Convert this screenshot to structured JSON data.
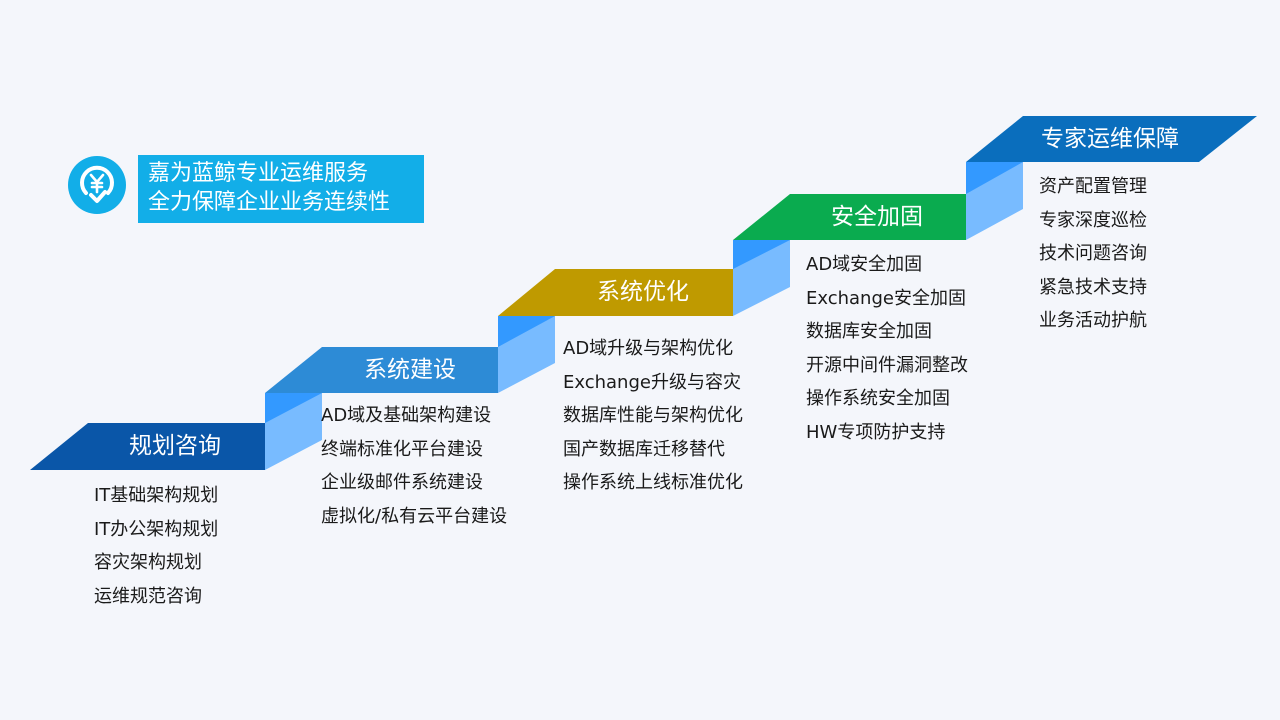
{
  "header": {
    "line1": "嘉为蓝鲸专业运维服务",
    "line2": "全力保障企业业务连续性",
    "icon": "yuan-check-icon",
    "color": "#12aee8"
  },
  "steps": [
    {
      "title": "规划咨询",
      "color": "#0a56a8",
      "items": [
        "IT基础架构规划",
        "IT办公架构规划",
        "容灾架构规划",
        "运维规范咨询"
      ]
    },
    {
      "title": "系统建设",
      "color": "#2d8bd6",
      "items": [
        "AD域及基础架构建设",
        "终端标准化平台建设",
        "企业级邮件系统建设",
        "虚拟化/私有云平台建设"
      ]
    },
    {
      "title": "系统优化",
      "color": "#bf9a00",
      "items": [
        "AD域升级与架构优化",
        "Exchange升级与容灾",
        "数据库性能与架构优化",
        "国产数据库迁移替代",
        "操作系统上线标准优化"
      ]
    },
    {
      "title": "安全加固",
      "color": "#0aab4f",
      "items": [
        "AD域安全加固",
        "Exchange安全加固",
        "数据库安全加固",
        "开源中间件漏洞整改",
        "操作系统安全加固",
        "HW专项防护支持"
      ]
    },
    {
      "title": "专家运维保障",
      "color": "#0a6ebd",
      "items": [
        "资产配置管理",
        "专家深度巡检",
        "技术问题咨询",
        "紧急技术支持",
        "业务活动护航"
      ]
    }
  ],
  "riser_colors": {
    "top": "#3399ff",
    "bottom": "#78bbff"
  }
}
